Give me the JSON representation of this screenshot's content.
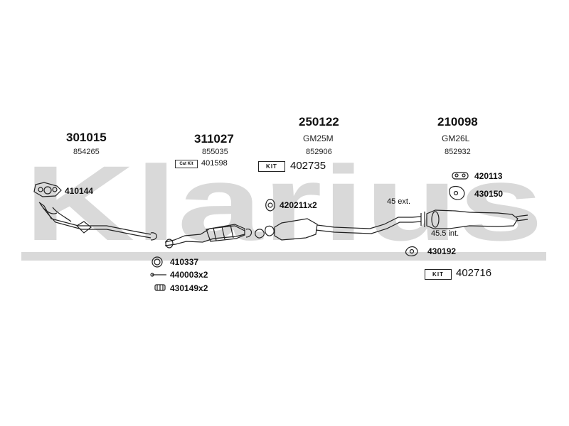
{
  "watermark": {
    "text": "Klarius",
    "color": "#d9d9d9"
  },
  "colors": {
    "line": "#222222",
    "watermark": "#d9d9d9"
  },
  "groups": [
    {
      "main": "301015",
      "sub": "854265"
    },
    {
      "main": "311027",
      "sub": "855035"
    },
    {
      "main": "250122",
      "sub": "GM25M",
      "sub2": "852906"
    },
    {
      "main": "210098",
      "sub": "GM26L",
      "sub2": "852932"
    }
  ],
  "catkit": {
    "badge": "Cat Kit",
    "number": "401598"
  },
  "kits": [
    {
      "badge": "KIT",
      "number": "402735"
    },
    {
      "badge": "KIT",
      "number": "402716"
    }
  ],
  "parts": {
    "p410144": "410144",
    "p420211": "420211x2",
    "p420113": "420113",
    "p430150": "430150",
    "p410337": "410337",
    "p440003": "440003x2",
    "p430149": "430149x2",
    "p430192": "430192"
  },
  "notes": {
    "ext": "45 ext.",
    "int": "45.5 int."
  }
}
